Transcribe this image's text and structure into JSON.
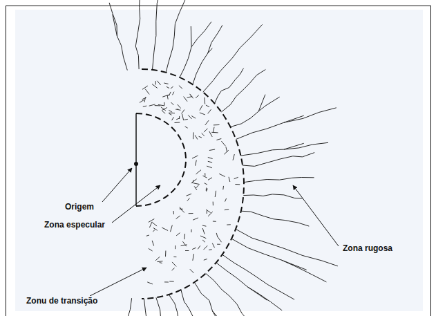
{
  "diagram": {
    "labels": [
      "Origem",
      "Zona especular",
      "Zonu de transição",
      "Zona rugosa"
    ]
  }
}
